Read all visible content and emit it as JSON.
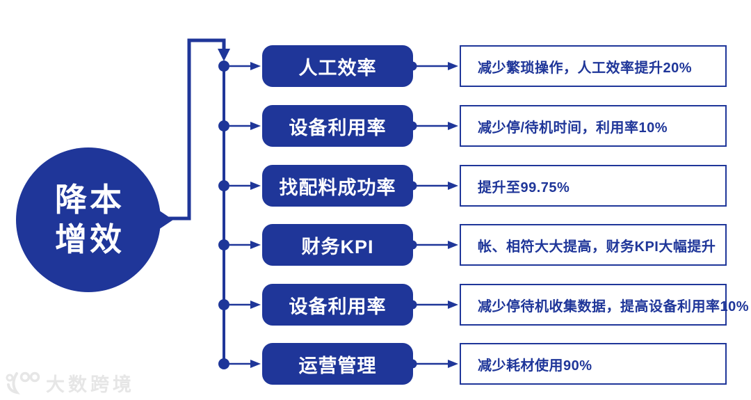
{
  "colors": {
    "accent": "#1f3699",
    "pill_text": "#ffffff",
    "watermark": "#e6e6e6",
    "background": "#ffffff"
  },
  "hub": {
    "line1": "降本",
    "line2": "增效"
  },
  "rows": [
    {
      "label": "人工效率",
      "desc": "减少繁琐操作，人工效率提升20%"
    },
    {
      "label": "设备利用率",
      "desc": "减少停/待机时间，利用率10%"
    },
    {
      "label": "找配料成功率",
      "desc": "提升至99.75%"
    },
    {
      "label": "财务KPI",
      "desc": "帐、相符大大提高，财务KPI大幅提升"
    },
    {
      "label": "设备利用率",
      "desc": "减少停待机收集数据，提高设备利用率10%"
    },
    {
      "label": "运营管理",
      "desc": "减少耗材使用90%"
    }
  ],
  "watermark": {
    "text": "大数跨境",
    "logo": "hundred-logo"
  }
}
